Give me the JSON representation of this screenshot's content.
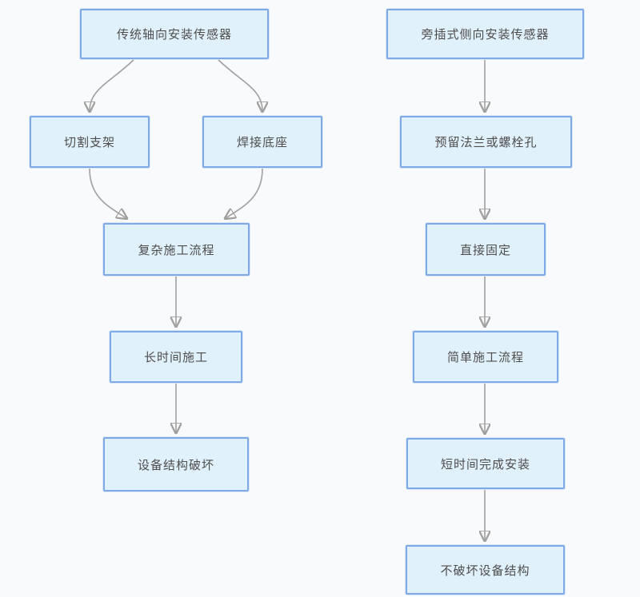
{
  "nodes": {
    "l1": {
      "label": "传统轴向安装传感器"
    },
    "l2": {
      "label": "切割支架"
    },
    "l3": {
      "label": "焊接底座"
    },
    "l4": {
      "label": "复杂施工流程"
    },
    "l5": {
      "label": "长时间施工"
    },
    "l6": {
      "label": "设备结构破坏"
    },
    "r1": {
      "label": "旁插式侧向安装传感器"
    },
    "r2": {
      "label": "预留法兰或螺栓孔"
    },
    "r3": {
      "label": "直接固定"
    },
    "r4": {
      "label": "简单施工流程"
    },
    "r5": {
      "label": "短时间完成安装"
    },
    "r6": {
      "label": "不破坏设备结构"
    }
  },
  "edges": [
    {
      "from": "l1",
      "to": "l2"
    },
    {
      "from": "l1",
      "to": "l3"
    },
    {
      "from": "l2",
      "to": "l4"
    },
    {
      "from": "l3",
      "to": "l4"
    },
    {
      "from": "l4",
      "to": "l5"
    },
    {
      "from": "l5",
      "to": "l6"
    },
    {
      "from": "r1",
      "to": "r2"
    },
    {
      "from": "r2",
      "to": "r3"
    },
    {
      "from": "r3",
      "to": "r4"
    },
    {
      "from": "r4",
      "to": "r5"
    },
    {
      "from": "r5",
      "to": "r6"
    }
  ],
  "colors": {
    "background": "#f9fafb",
    "node_fill": "#e1f1fc",
    "node_border": "#7fa9e6",
    "edge_stroke": "#a0a0a0",
    "arrowhead": "#8e8e8e",
    "text": "#4d4d4d"
  }
}
